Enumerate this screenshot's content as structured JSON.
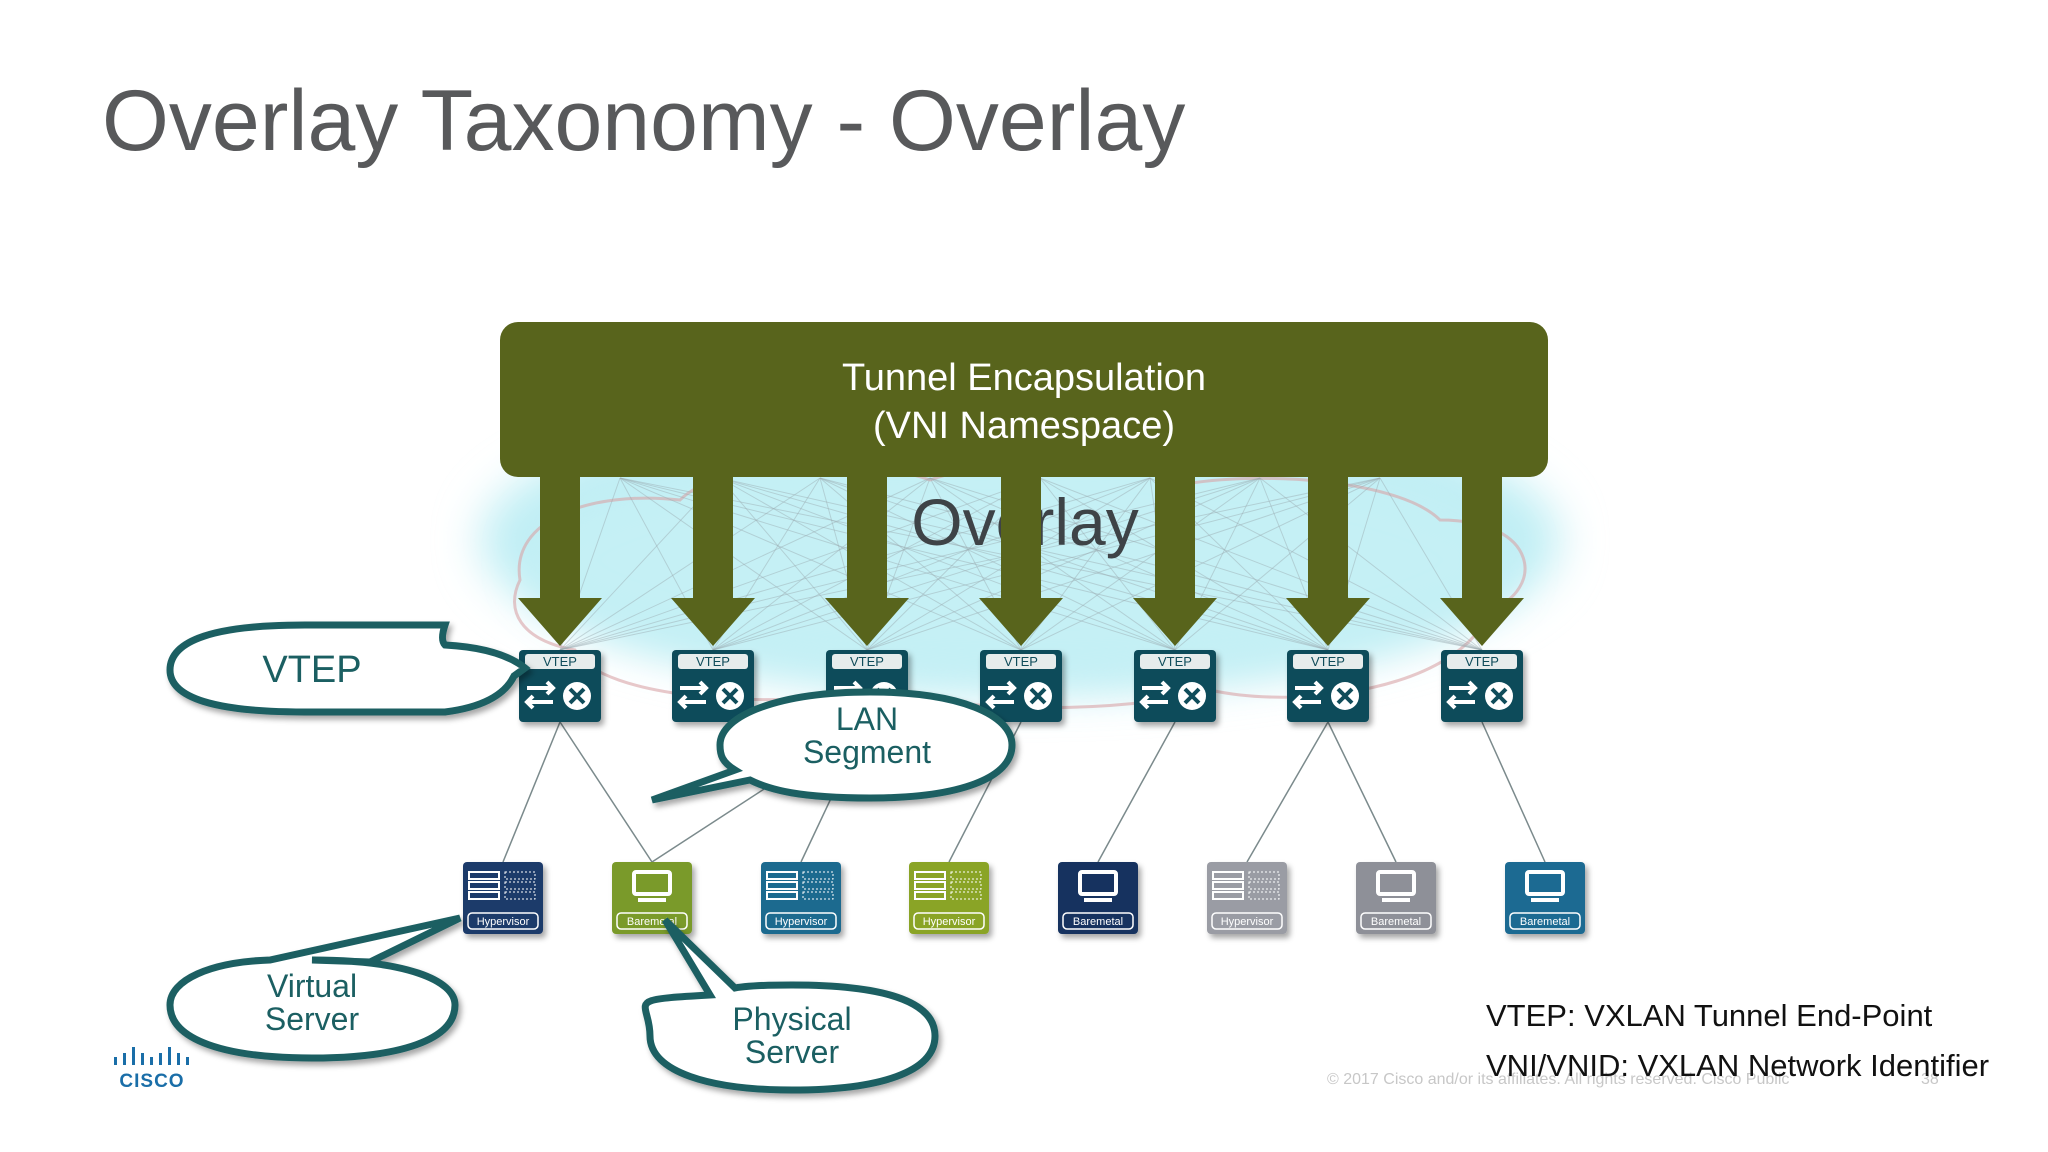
{
  "title": "Overlay Taxonomy - Overlay",
  "tunnel": {
    "line1": "Tunnel Encapsulation",
    "line2": "(VNI Namespace)"
  },
  "overlay_label": "Overlay",
  "vtep_badge": "VTEP",
  "vtep_count": 7,
  "endpoints": [
    {
      "type": "Hypervisor",
      "color": "#1f3a6b"
    },
    {
      "type": "Baremetal",
      "color": "#7a9a2a"
    },
    {
      "type": "Hypervisor",
      "color": "#1f6a8f"
    },
    {
      "type": "Hypervisor",
      "color": "#8aa428"
    },
    {
      "type": "Baremetal",
      "color": "#12305e"
    },
    {
      "type": "Hypervisor",
      "color": "#9a9ca4"
    },
    {
      "type": "Baremetal",
      "color": "#8e9098"
    },
    {
      "type": "Baremetal",
      "color": "#1f6a92"
    }
  ],
  "callouts": {
    "vtep": "VTEP",
    "lan_segment": {
      "line1": "LAN",
      "line2": "Segment"
    },
    "virtual_server": {
      "line1": "Virtual",
      "line2": "Server"
    },
    "physical_server": {
      "line1": "Physical",
      "line2": "Server"
    }
  },
  "glossary": {
    "vtep": "VTEP: VXLAN Tunnel End-Point",
    "vni": "VNI/VNID: VXLAN Network Identifier"
  },
  "footer": {
    "copyright": "© 2017  Cisco and/or its affiliates. All rights reserved.   Cisco Public",
    "page": "38"
  },
  "colors": {
    "tunnel": "#58641c",
    "vtep_device": "#0f4c5a",
    "callout_border": "#1b5f62",
    "overlay_glow": "#b9ecf2"
  }
}
